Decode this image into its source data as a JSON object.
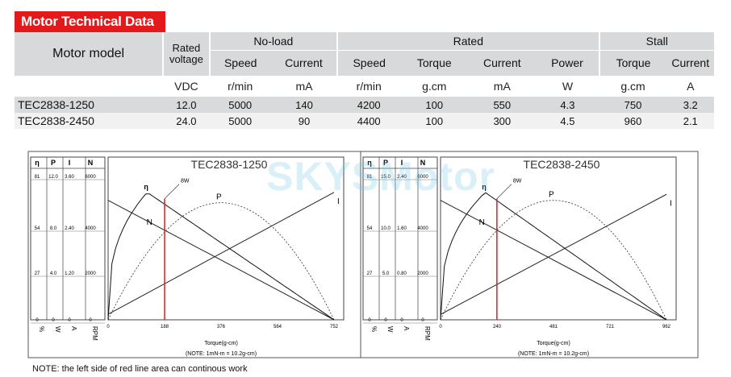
{
  "header": {
    "title": "Motor Technical Data"
  },
  "table": {
    "model_header": "Motor model",
    "rated_voltage_header": "Rated voltage",
    "groups": {
      "noload": "No-load",
      "rated": "Rated",
      "stall": "Stall"
    },
    "columns": [
      "Speed",
      "Current",
      "Speed",
      "Torque",
      "Current",
      "Power",
      "Torque",
      "Current"
    ],
    "units": [
      "VDC",
      "r/min",
      "mA",
      "r/min",
      "g.cm",
      "mA",
      "W",
      "g.cm",
      "A"
    ],
    "rows": [
      {
        "model": "TEC2838-1250",
        "values": [
          "12.0",
          "5000",
          "140",
          "4200",
          "100",
          "550",
          "4.3",
          "750",
          "3.2"
        ]
      },
      {
        "model": "TEC2838-2450",
        "values": [
          "24.0",
          "5000",
          "90",
          "4400",
          "100",
          "300",
          "4.5",
          "960",
          "2.1"
        ]
      }
    ]
  },
  "watermark": "SKYSMotor",
  "chart_data": [
    {
      "type": "line",
      "title": "TEC2838-1250",
      "xlabel": "Torque(g-cm)",
      "note": "(NOTE: 1mN-m = 10.2g-cm)",
      "x_ticks": [
        "0",
        "188",
        "376",
        "564",
        "752"
      ],
      "xlim": [
        0,
        752
      ],
      "scale_headers": [
        "η",
        "P",
        "I",
        "N"
      ],
      "scale_units": [
        "%",
        "W",
        "A",
        "RPM"
      ],
      "scale_rows": [
        [
          "81",
          "12.0",
          "3.60",
          "6000"
        ],
        [
          "54",
          "8.0",
          "2.40",
          "4000"
        ],
        [
          "27",
          "4.0",
          "1.20",
          "2000"
        ],
        [
          "0",
          "0",
          "0",
          "0"
        ]
      ],
      "rated_torque": 188,
      "rated_label": "8W",
      "series": [
        {
          "name": "N",
          "x": [
            0,
            752
          ],
          "y": [
            5000,
            0
          ]
        },
        {
          "name": "I",
          "x": [
            0,
            752
          ],
          "y": [
            0.14,
            3.2
          ]
        },
        {
          "name": "P",
          "peak_x": 376,
          "peak_y": 9.8
        },
        {
          "name": "η",
          "peak_x": 130,
          "peak_y": 72
        }
      ]
    },
    {
      "type": "line",
      "title": "TEC2838-2450",
      "xlabel": "Torque(g-cm)",
      "note": "(NOTE: 1mN-m = 10.2g-cm)",
      "x_ticks": [
        "0",
        "240",
        "481",
        "721",
        "962"
      ],
      "xlim": [
        0,
        962
      ],
      "scale_headers": [
        "η",
        "P",
        "I",
        "N"
      ],
      "scale_units": [
        "%",
        "W",
        "A",
        "RPM"
      ],
      "scale_rows": [
        [
          "81",
          "15.0",
          "2.40",
          "6000"
        ],
        [
          "54",
          "10.0",
          "1.60",
          "4000"
        ],
        [
          "27",
          "5.0",
          "0.80",
          "2000"
        ],
        [
          "0",
          "0",
          "0",
          "0"
        ]
      ],
      "rated_torque": 240,
      "rated_label": "8W",
      "series": [
        {
          "name": "N",
          "x": [
            0,
            962
          ],
          "y": [
            5000,
            0
          ]
        },
        {
          "name": "I",
          "x": [
            0,
            962
          ],
          "y": [
            0.09,
            2.1
          ]
        },
        {
          "name": "P",
          "peak_x": 481,
          "peak_y": 12.5
        },
        {
          "name": "η",
          "peak_x": 190,
          "peak_y": 72
        }
      ]
    }
  ],
  "footer_note": "NOTE: the left side of red line area can continous work"
}
